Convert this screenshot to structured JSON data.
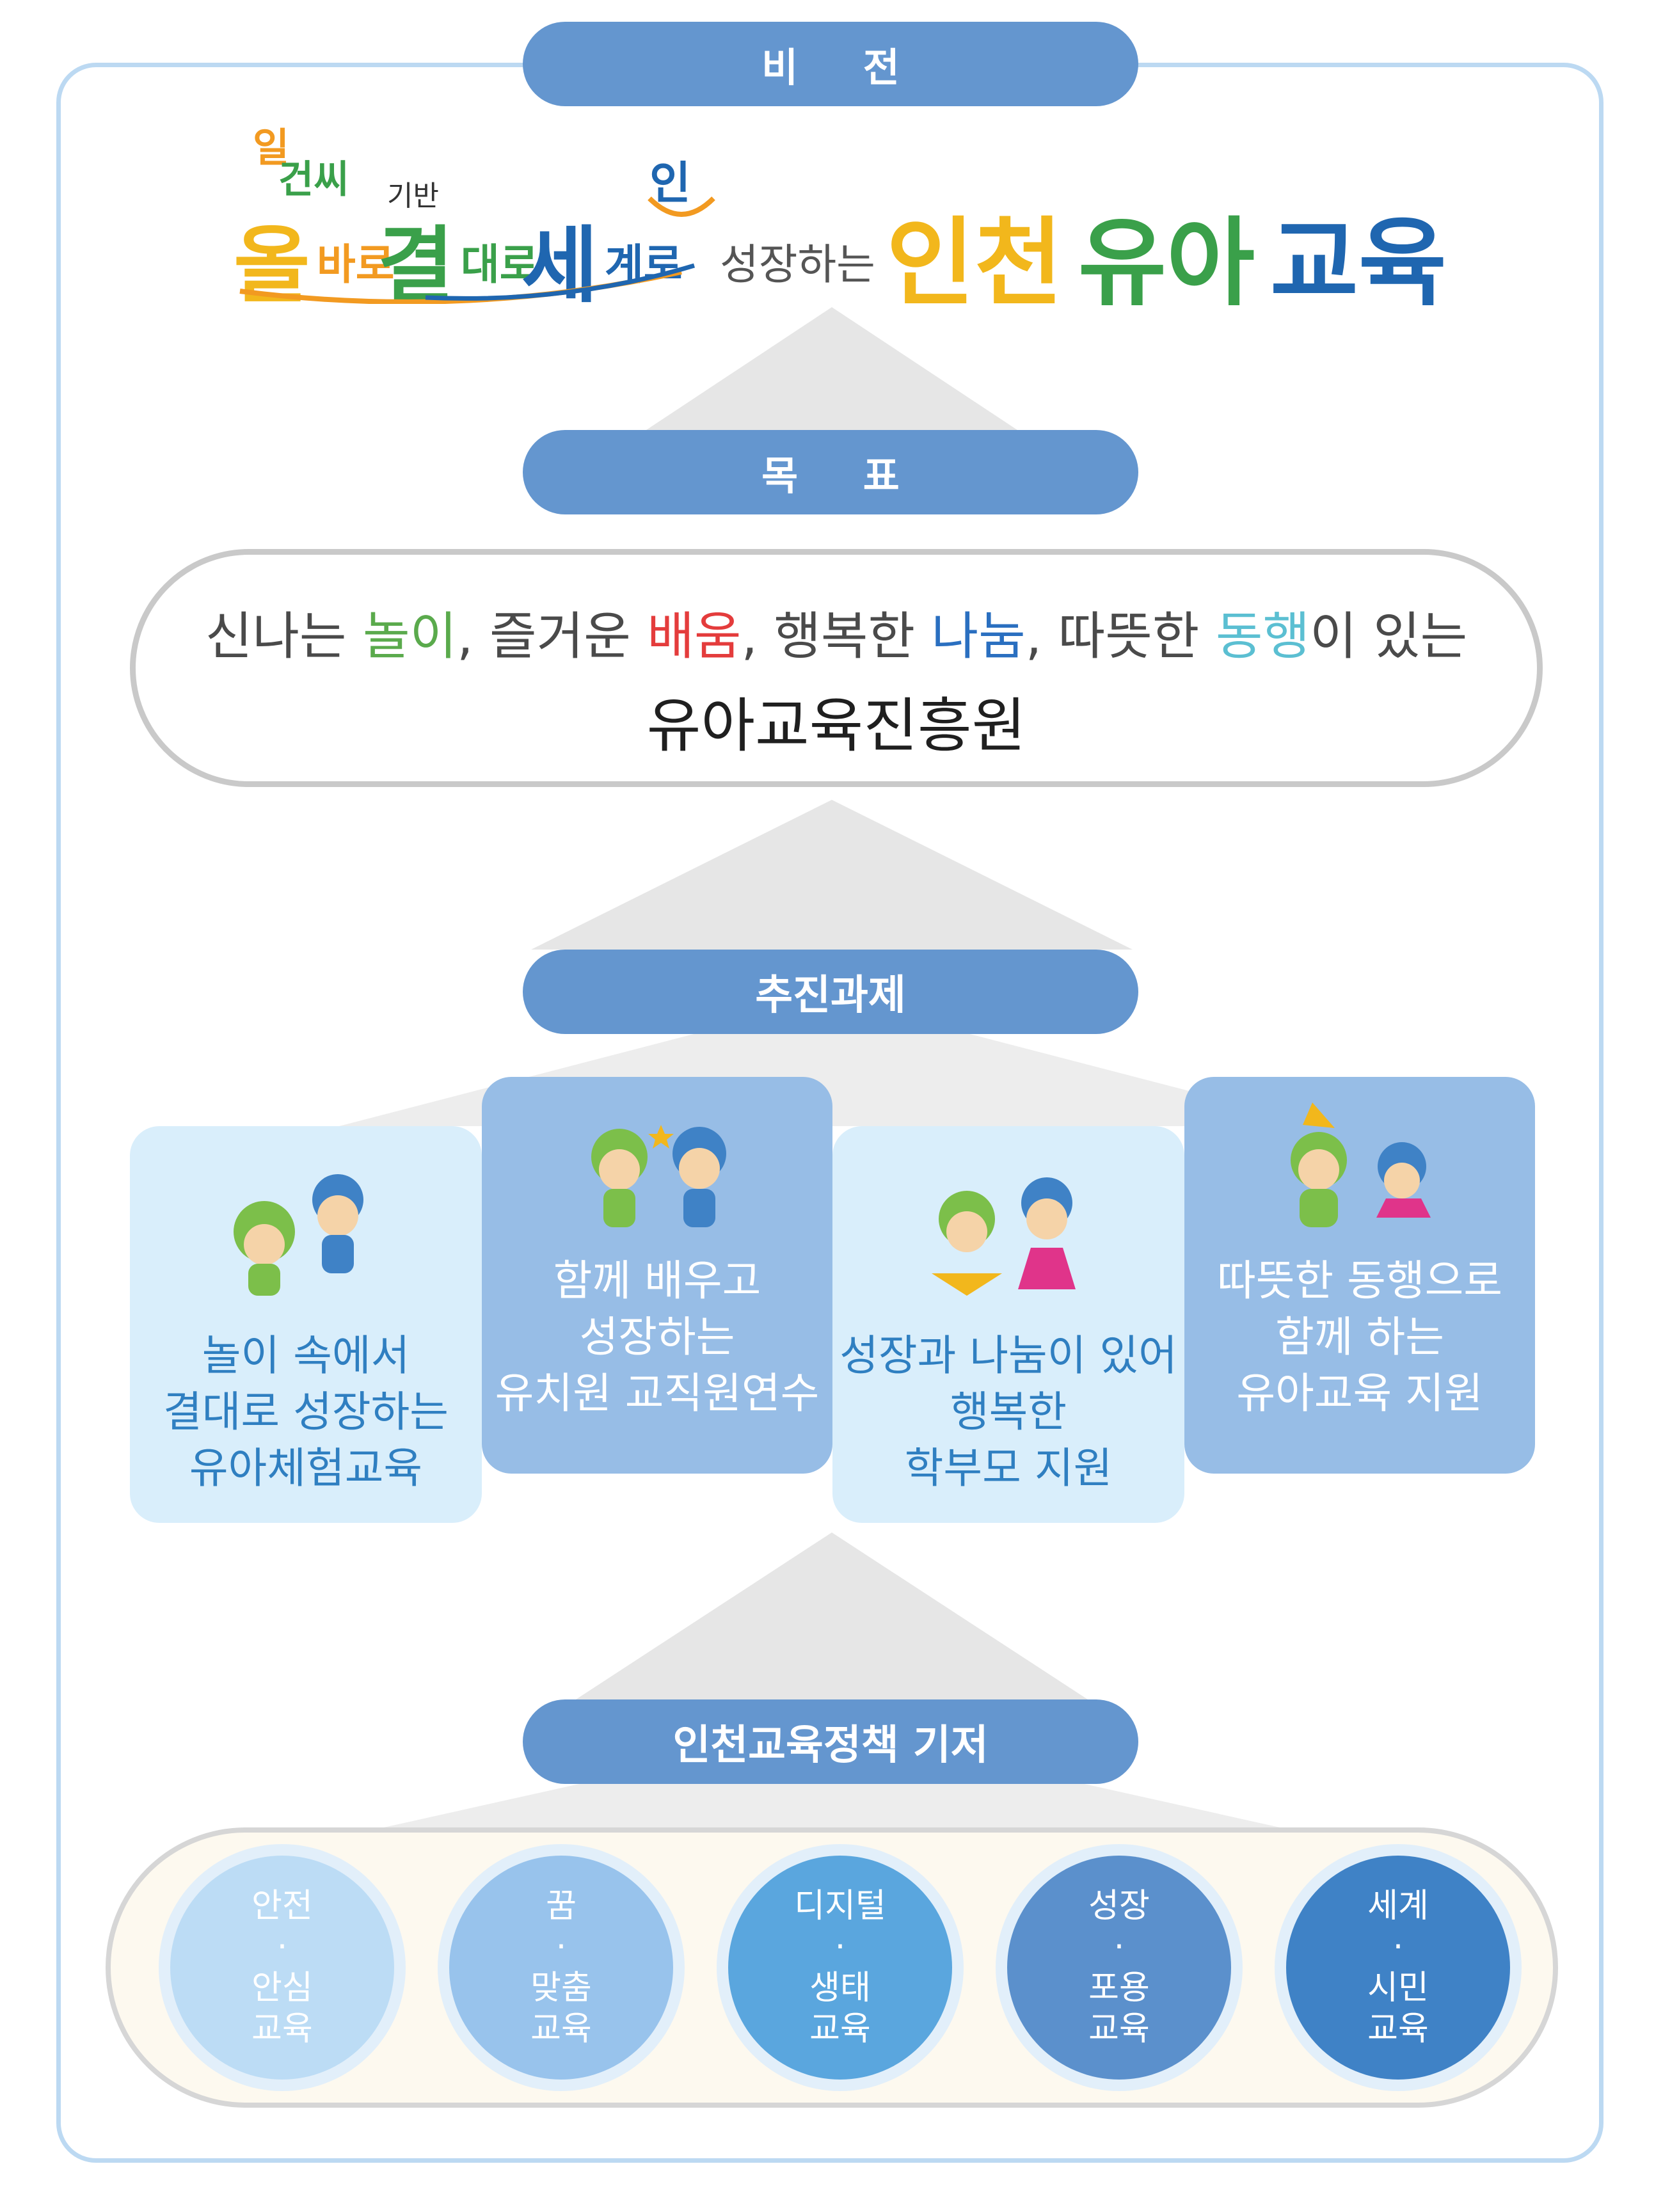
{
  "colors": {
    "pill": "#6496cf",
    "frame": "#bcd9f2",
    "slogan_orange": "#f29a21",
    "slogan_green": "#3aa04a",
    "slogan_blue": "#1f66b0",
    "slogan_yellow": "#f2b71c",
    "goal_play": "#5aaa4c",
    "goal_learning": "#e43c3c",
    "goal_sharing": "#2a6fc0",
    "goal_together": "#5bbfd2"
  },
  "vision": {
    "label": "비 전",
    "logo_small_top": "일",
    "logo_small_mid": "건씨",
    "logo_base": "기반",
    "w1_big": "올",
    "w1_rest": "바로",
    "w2_big": "결",
    "w2_rest": "대로",
    "w3_big": "세",
    "w3_rest": "계로",
    "smile_mark": "인",
    "grow": "성장하는",
    "t1": "인천",
    "t2": "유아",
    "t3": "교육"
  },
  "goal": {
    "label": "목 표",
    "p1": "신나는 ",
    "play": "놀이",
    "p2": ", 즐거운 ",
    "learning": "배움",
    "p3": ", 행복한 ",
    "sharing": "나눔",
    "p4": ", 따뜻한 ",
    "together": "동행",
    "p5": "이 있는",
    "line2": "유아교육진흥원"
  },
  "tasks": {
    "label": "추진과제",
    "cards": [
      {
        "lines": [
          "놀이 속에서",
          "결대로 성장하는",
          "유아체험교육"
        ]
      },
      {
        "lines": [
          "함께 배우고",
          "성장하는",
          "유치원 교직원연수"
        ]
      },
      {
        "lines": [
          "성장과 나눔이 있어",
          "행복한",
          "학부모 지원"
        ]
      },
      {
        "lines": [
          "따뜻한 동행으로",
          "함께 하는",
          "유아교육 지원"
        ]
      }
    ]
  },
  "policy": {
    "label": "인천교육정책 기저",
    "circles": [
      {
        "l1": "안전",
        "dot": "·",
        "l2": "안심",
        "l3": "교육",
        "color": "#bcdcf5",
        "ring": "#e2effa"
      },
      {
        "l1": "꿈",
        "dot": "·",
        "l2": "맞춤",
        "l3": "교육",
        "color": "#98c3ec",
        "ring": "#e2effa"
      },
      {
        "l1": "디지털",
        "dot": "·",
        "l2": "생태",
        "l3": "교육",
        "color": "#5aa6de",
        "ring": "#e2effa"
      },
      {
        "l1": "성장",
        "dot": "·",
        "l2": "포용",
        "l3": "교육",
        "color": "#5b90cc",
        "ring": "#e2effa"
      },
      {
        "l1": "세계",
        "dot": "·",
        "l2": "시민",
        "l3": "교육",
        "color": "#3f82c6",
        "ring": "#e2effa"
      }
    ]
  }
}
